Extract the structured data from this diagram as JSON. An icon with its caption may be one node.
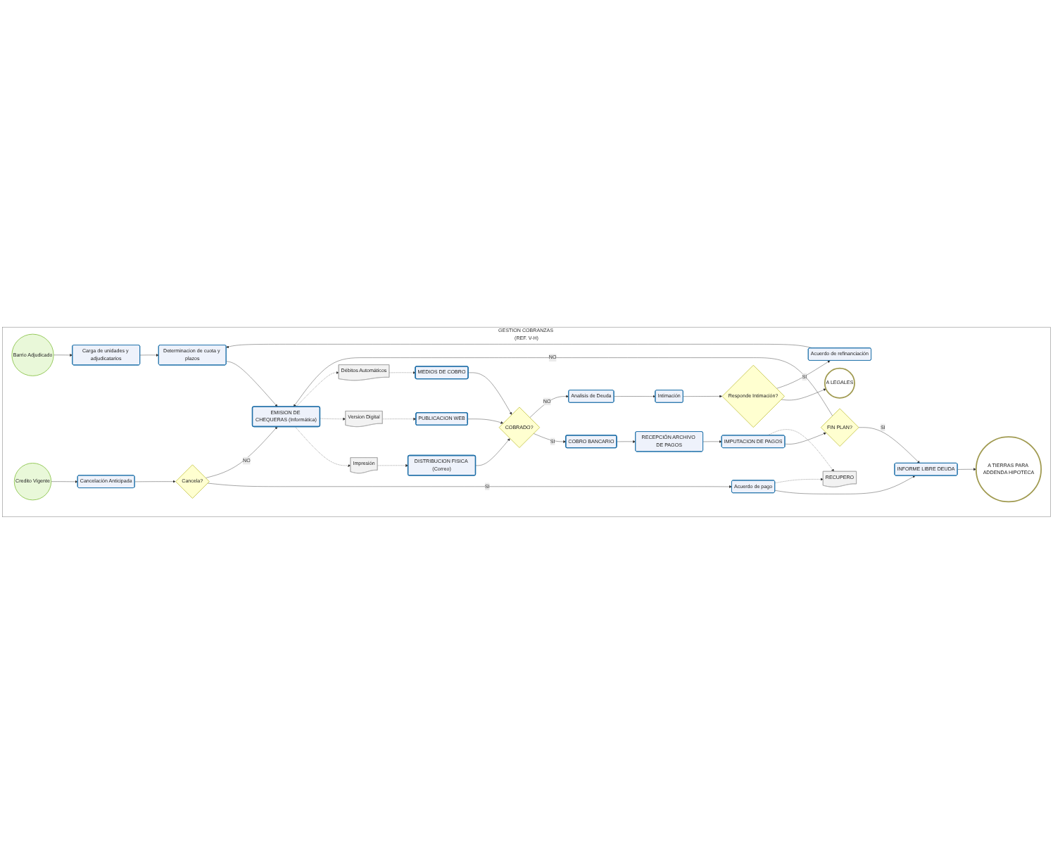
{
  "diagram": {
    "nodes": [
      {
        "text": [
          "GESTION COBRANZAS (REF. V-H)"
        ]
      },
      {
        "text": [
          "Barrio Adjudicado"
        ],
        "in": 0
      },
      {
        "text": [
          "Carga de unidades y adjudicatarios"
        ],
        "in": 0
      },
      {
        "text": [
          "Determinacion de cuota y plazos"
        ],
        "in": 0
      },
      {
        "text": [
          "EMISION DE CHEQUERAS (Informática)"
        ],
        "in": 0
      },
      {
        "text": [
          "Impresión"
        ],
        "in": 0
      },
      {
        "text": [
          "Version Digital"
        ],
        "in": 0
      },
      {
        "text": [
          "Débitos Automáticos"
        ],
        "in": 0
      },
      {
        "text": [
          "DISTRIBUCION FISICA (Correo)"
        ],
        "in": 0
      },
      {
        "text": [
          "PUBLICACION WEB"
        ],
        "in": 0
      },
      {
        "text": [
          "MEDIOS DE COBRO"
        ],
        "in": 0
      },
      {
        "text": [
          "COBRADO?"
        ],
        "in": 0
      },
      {
        "text": [
          "COBRO BANCARIO"
        ],
        "in": 0
      },
      {
        "text": [
          "RECEPCIÓN ARCHIVO DE PAGOS"
        ],
        "in": 0
      },
      {
        "text": [
          "IMPUTACION DE PAGOS"
        ],
        "in": 0
      },
      {
        "text": [
          "FIN PLAN?"
        ],
        "in": 0
      },
      {
        "text": [
          "INFORME LIBRE DEUDA"
        ],
        "in": 0
      },
      {
        "text": [
          "A TIERRAS PARA ADDENDA HIPOTECA"
        ],
        "in": 0
      },
      {
        "text": [
          "RECUPERO"
        ],
        "in": 0
      },
      {
        "text": [
          "Analisis de Deuda"
        ],
        "in": 0
      },
      {
        "text": [
          "Intimación"
        ],
        "in": 0
      },
      {
        "text": [
          "Responde Intimación?"
        ],
        "in": 0
      },
      {
        "text": [
          "A LEGALES"
        ],
        "in": 0
      },
      {
        "text": [
          "Acuerdo de refinanciación"
        ],
        "in": 0
      },
      {
        "text": [
          "Credito Vigente"
        ],
        "in": 0
      },
      {
        "text": [
          "Cancelación Anticipada"
        ],
        "in": 0
      },
      {
        "text": [
          "Cancela?"
        ],
        "in": 0
      },
      {
        "text": [
          "Acuerdo de pago"
        ],
        "in": 0
      }
    ],
    "edges": [
      {
        "from": 1,
        "to": 2,
        "arrow": "to"
      },
      {
        "from": 2,
        "to": 3,
        "arrow": "to"
      },
      {
        "from": 3,
        "to": 4,
        "arrow": "to"
      },
      {
        "from": 4,
        "to": 5,
        "arrow": "to",
        "style": "dashed"
      },
      {
        "from": 4,
        "to": 6,
        "arrow": "to",
        "style": "dashed"
      },
      {
        "from": 4,
        "to": 7,
        "arrow": "to",
        "style": "dashed"
      },
      {
        "from": 5,
        "to": 8,
        "arrow": "to",
        "style": "dashed"
      },
      {
        "from": 6,
        "to": 9,
        "arrow": "to",
        "style": "dashed"
      },
      {
        "from": 7,
        "to": 10,
        "arrow": "to",
        "style": "dashed"
      },
      {
        "from": 8,
        "to": 11,
        "arrow": "to"
      },
      {
        "from": 9,
        "to": 11,
        "arrow": "to"
      },
      {
        "from": 10,
        "to": 11,
        "arrow": "to"
      },
      {
        "from": 11,
        "to": 12,
        "label": "SI",
        "arrow": "to"
      },
      {
        "from": 11,
        "to": 19,
        "label": "NO",
        "arrow": "to"
      },
      {
        "from": 12,
        "to": 13,
        "arrow": "to"
      },
      {
        "from": 13,
        "to": 14,
        "arrow": "to"
      },
      {
        "from": 14,
        "to": 15,
        "arrow": "to"
      },
      {
        "from": 14,
        "to": 18,
        "arrow": "to",
        "style": "dashed"
      },
      {
        "from": 15,
        "to": 4,
        "label": "NO",
        "arrow": "to"
      },
      {
        "from": 15,
        "to": 16,
        "label": "SI",
        "arrow": "to"
      },
      {
        "from": 16,
        "to": 17,
        "arrow": "to"
      },
      {
        "from": 19,
        "to": 20,
        "arrow": "to"
      },
      {
        "from": 20,
        "to": 21,
        "arrow": "to"
      },
      {
        "from": 21,
        "to": 22,
        "arrow": "to"
      },
      {
        "from": 21,
        "to": 23,
        "label": "SI",
        "arrow": "to"
      },
      {
        "from": 23,
        "to": 3,
        "arrow": "to"
      },
      {
        "from": 24,
        "to": 25,
        "arrow": "to"
      },
      {
        "from": 25,
        "to": 26,
        "arrow": "to"
      },
      {
        "from": 26,
        "to": 27,
        "label": "SI",
        "arrow": "to"
      },
      {
        "from": 26,
        "to": 4,
        "label": "NO",
        "arrow": "to"
      },
      {
        "from": 27,
        "to": 16,
        "arrow": "to"
      },
      {
        "from": 27,
        "to": 18,
        "arrow": "to",
        "style": "dashed"
      }
    ]
  }
}
